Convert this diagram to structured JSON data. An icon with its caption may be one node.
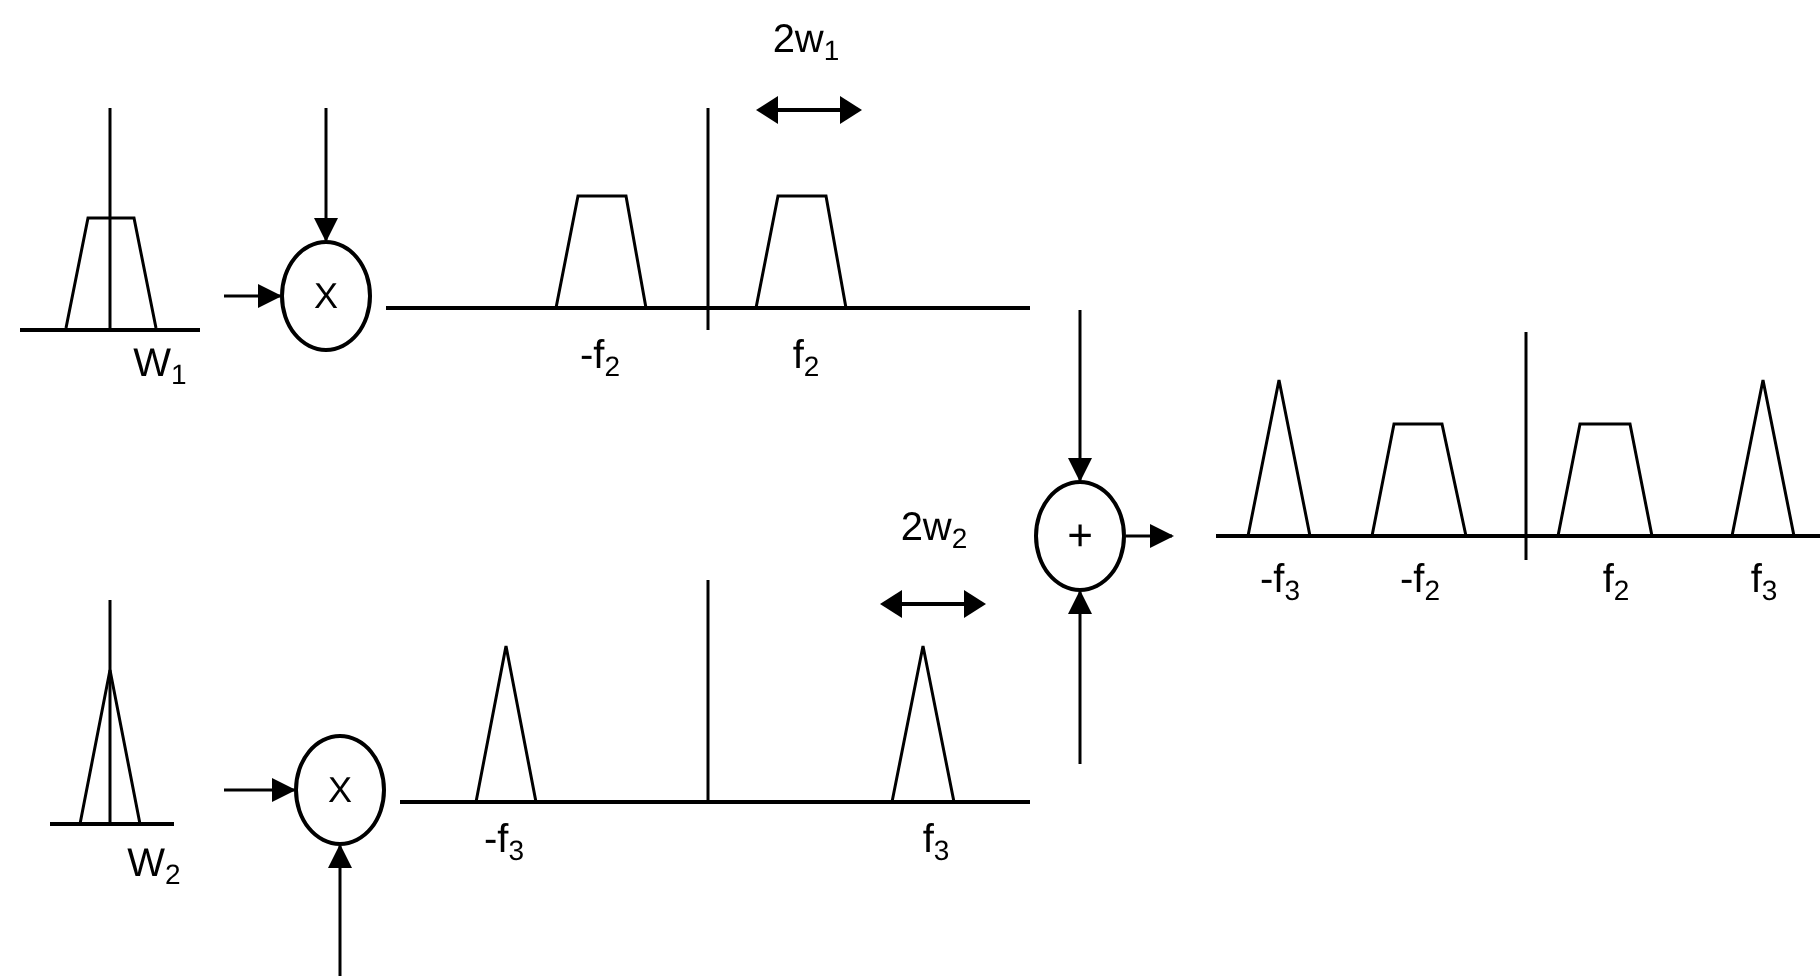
{
  "diagram": {
    "nodes": [
      {
        "text": [
          "X"
        ]
      },
      {
        "text": [
          "+"
        ]
      },
      {
        "text": [
          "X"
        ]
      }
    ],
    "edges": [
      {
        "from": null,
        "to": 0,
        "arrow": "to"
      },
      {
        "from": null,
        "to": 0,
        "arrow": "to"
      },
      {
        "from": null,
        "to": 1,
        "arrow": "to"
      },
      {
        "from": null,
        "to": 1,
        "arrow": "to"
      },
      {
        "from": 1,
        "to": null,
        "arrow": "to"
      },
      {
        "from": null,
        "to": 2,
        "arrow": "to"
      },
      {
        "from": null,
        "to": 2,
        "arrow": "to"
      }
    ],
    "labels": [
      "2w$_{1}$",
      "W$_{1}$",
      "-f$_{2}$",
      "f$_{2}$",
      "2w$_{2}$",
      "-f$_{3}$",
      "-f$_{2}$",
      "f$_{2}$",
      "f$_{3}$",
      "-f$_{3}$",
      "f$_{3}$",
      "W$_{2}$"
    ]
  }
}
